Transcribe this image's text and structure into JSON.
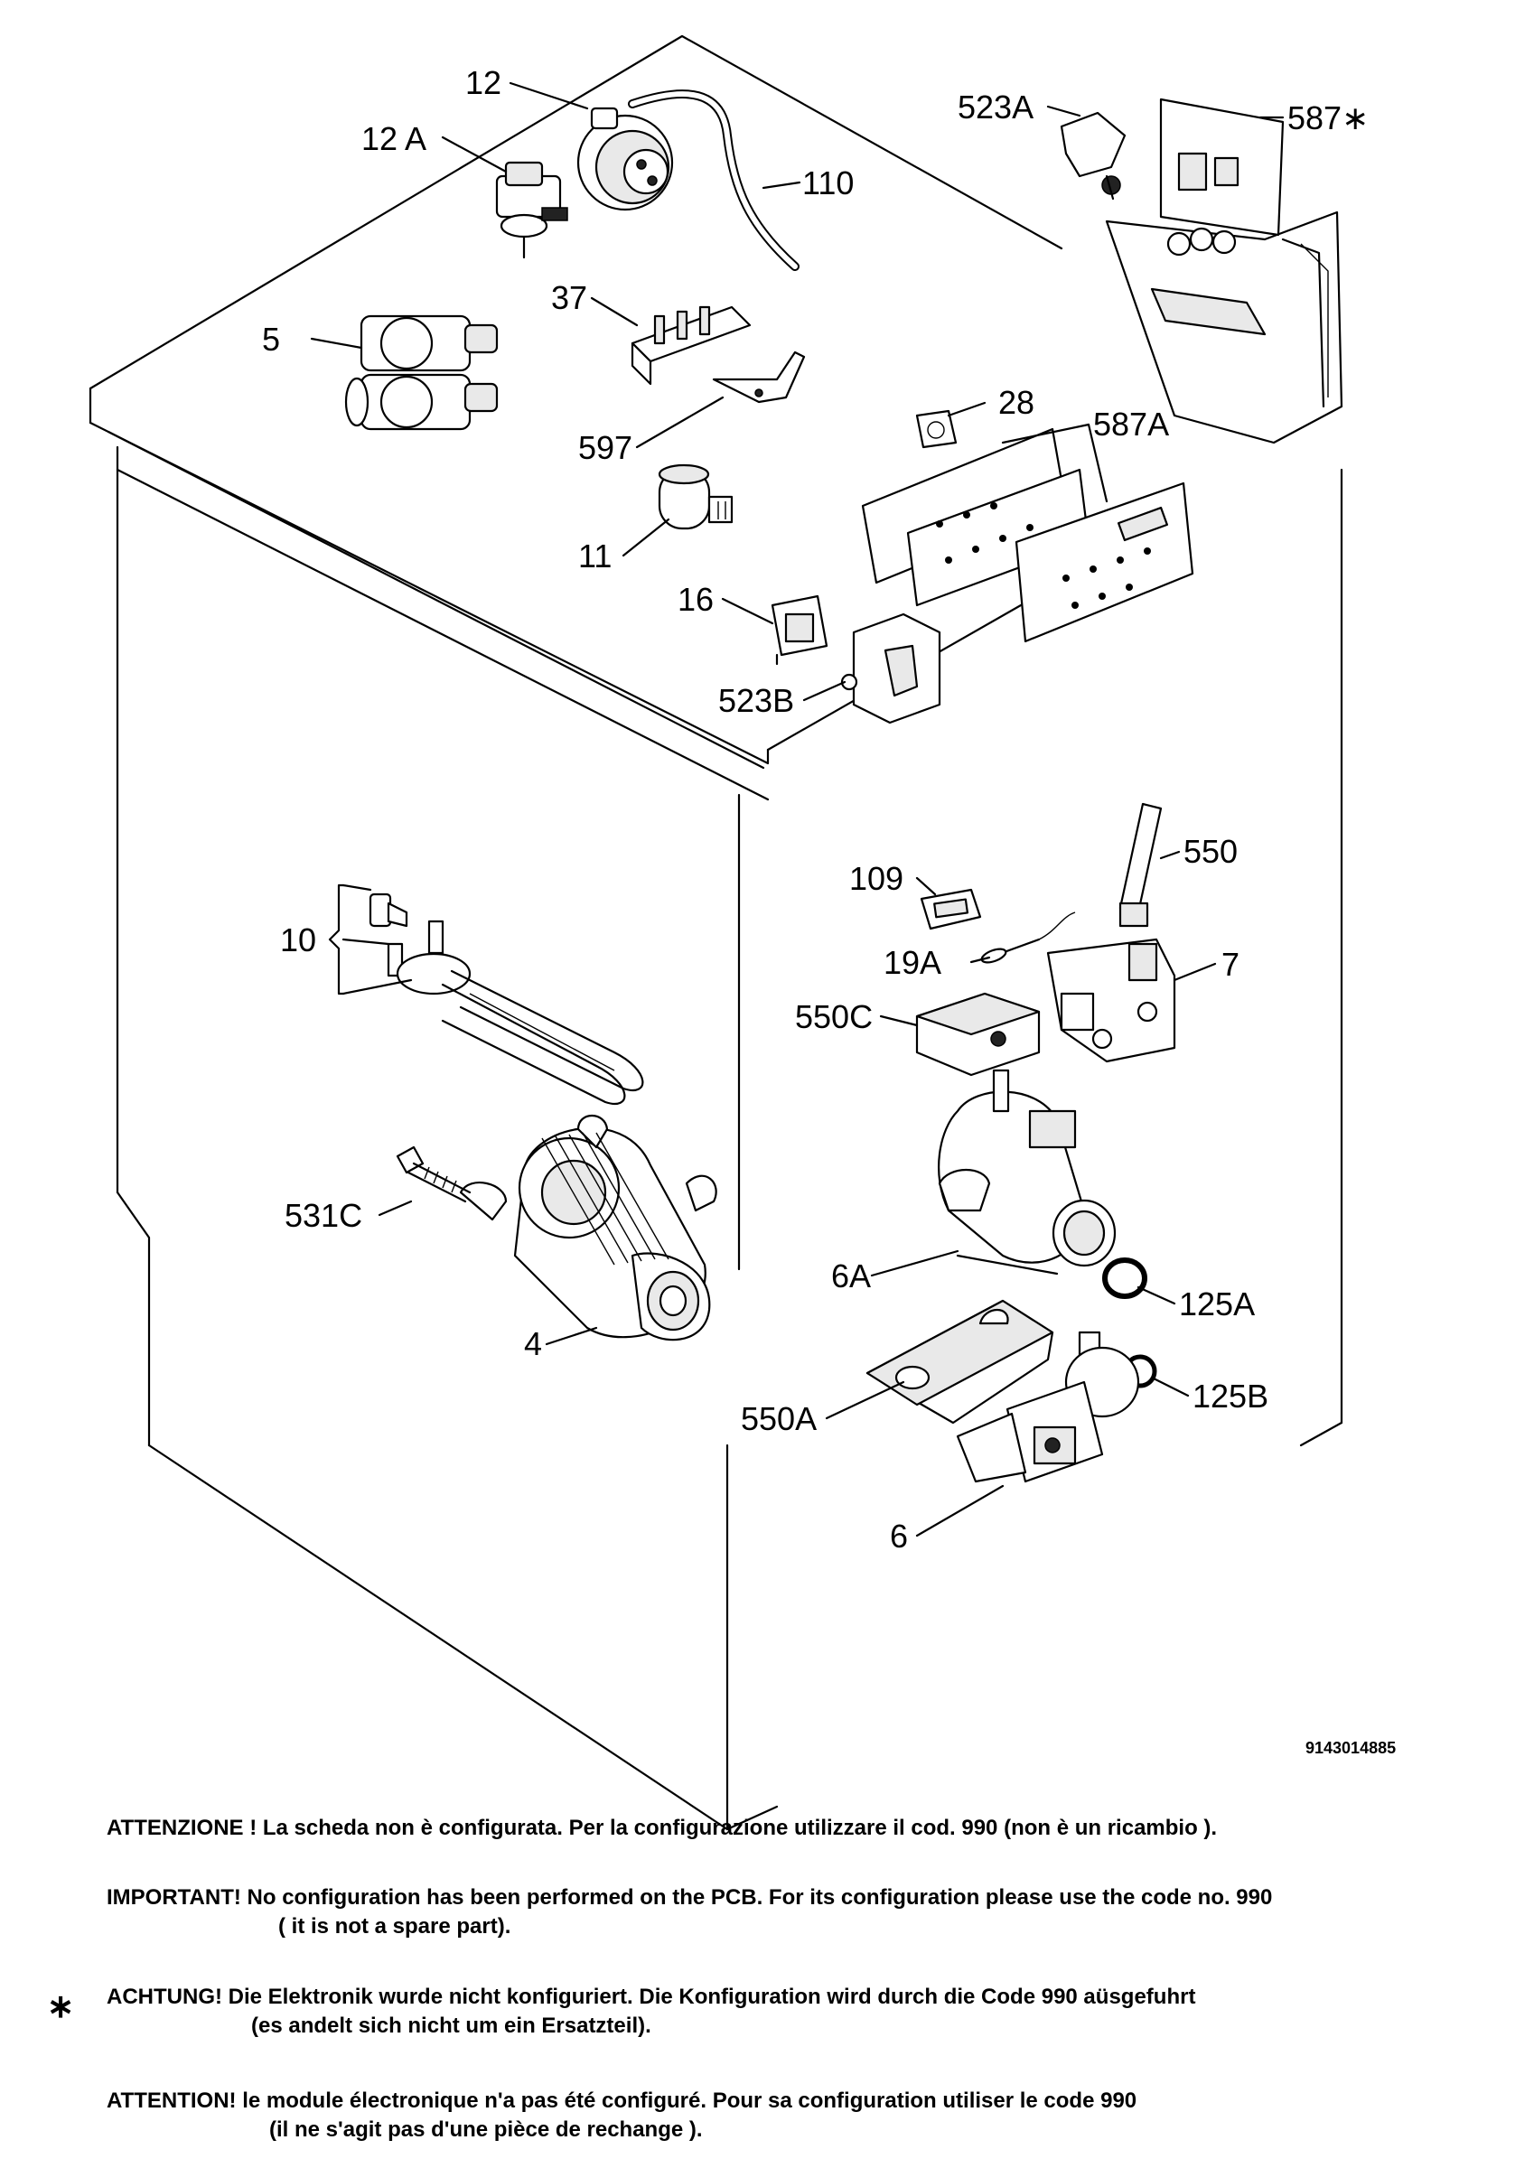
{
  "drawing_number": "9143014885",
  "star_mark": "∗",
  "labels": [
    {
      "id": "12",
      "text": "12"
    },
    {
      "id": "12A",
      "text": "12 A"
    },
    {
      "id": "110",
      "text": "110"
    },
    {
      "id": "5",
      "text": "5"
    },
    {
      "id": "37",
      "text": "37"
    },
    {
      "id": "597",
      "text": "597"
    },
    {
      "id": "11",
      "text": "11"
    },
    {
      "id": "16",
      "text": "16"
    },
    {
      "id": "523B",
      "text": "523B"
    },
    {
      "id": "28",
      "text": "28"
    },
    {
      "id": "587A",
      "text": "587A"
    },
    {
      "id": "523A",
      "text": "523A"
    },
    {
      "id": "587star",
      "text": "587∗"
    },
    {
      "id": "109",
      "text": "109"
    },
    {
      "id": "19A",
      "text": "19A"
    },
    {
      "id": "550",
      "text": "550"
    },
    {
      "id": "7",
      "text": "7"
    },
    {
      "id": "550C",
      "text": "550C"
    },
    {
      "id": "10",
      "text": "10"
    },
    {
      "id": "531C",
      "text": "531C"
    },
    {
      "id": "4",
      "text": "4"
    },
    {
      "id": "6A",
      "text": "6A"
    },
    {
      "id": "125A",
      "text": "125A"
    },
    {
      "id": "125B",
      "text": "125B"
    },
    {
      "id": "550A",
      "text": "550A"
    },
    {
      "id": "6",
      "text": "6"
    }
  ],
  "notes": {
    "it_line1": "ATTENZIONE ! La scheda non è  configurata. Per la configurazione utilizzare il cod. 990 (non è un ricambio ).",
    "en_line1": "IMPORTANT! No configuration has been performed on the PCB. For its configuration please use the code no. 990",
    "en_line2": "( it is not a spare part).",
    "de_line1": "ACHTUNG! Die Elektronik wurde nicht konfiguriert. Die Konfiguration wird durch die Code 990 aüsgefuhrt",
    "de_line2": "(es andelt sich nicht um ein Ersatzteil).",
    "fr_line1": "ATTENTION! le module électronique n'a pas été configuré. Pour  sa configuration utiliser le code 990",
    "fr_line2": "(il ne s'agit pas d'une pièce de rechange )."
  }
}
